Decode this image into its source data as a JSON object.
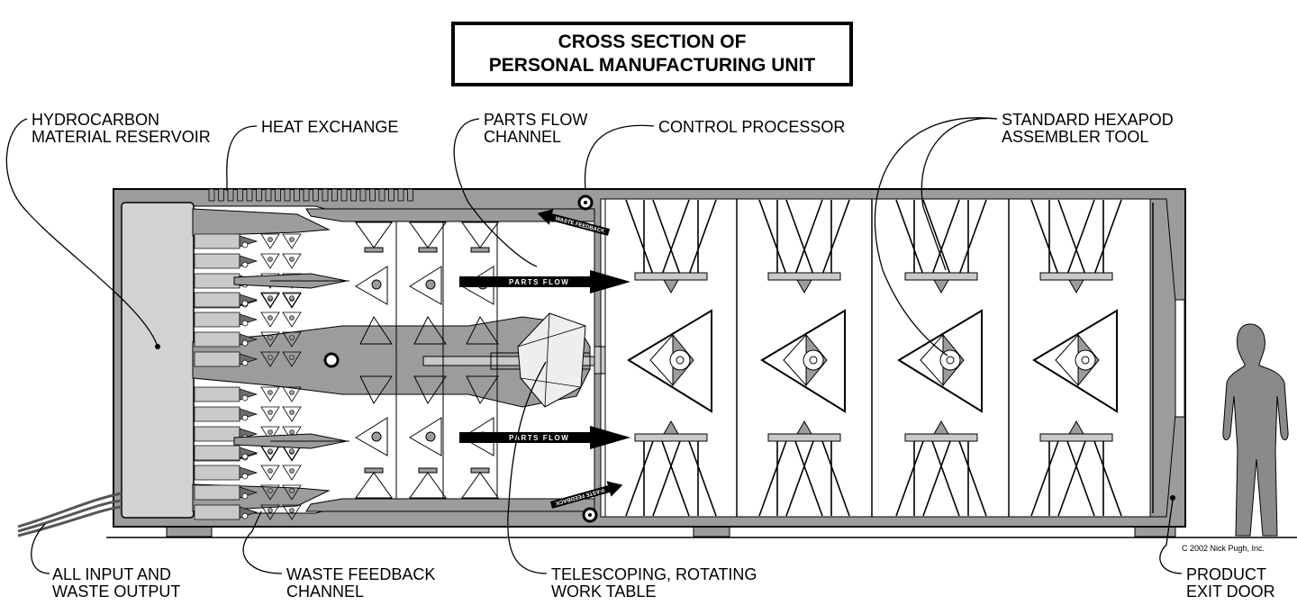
{
  "title": {
    "line1": "CROSS SECTION OF",
    "line2": "PERSONAL MANUFACTURING UNIT"
  },
  "labels": {
    "reservoir": [
      "HYDROCARBON",
      "MATERIAL RESERVOIR"
    ],
    "heat_exchange": "HEAT EXCHANGE",
    "parts_flow_channel": [
      "PARTS FLOW",
      "CHANNEL"
    ],
    "control_processor": "CONTROL PROCESSOR",
    "hexapod": [
      "STANDARD HEXAPOD",
      "ASSEMBLER TOOL"
    ],
    "input_output": [
      "ALL INPUT AND",
      "WASTE OUTPUT"
    ],
    "waste_feedback_channel": [
      "WASTE FEEDBACK",
      "CHANNEL"
    ],
    "work_table": [
      "TELESCOPING, ROTATING",
      "WORK TABLE"
    ],
    "exit_door": [
      "PRODUCT",
      "EXIT DOOR"
    ]
  },
  "arrows": {
    "parts_flow": "PARTS FLOW",
    "waste_feedback": "WASTE FEEDBACK"
  },
  "copyright": "C 2002 Nick Pugh, Inc."
}
